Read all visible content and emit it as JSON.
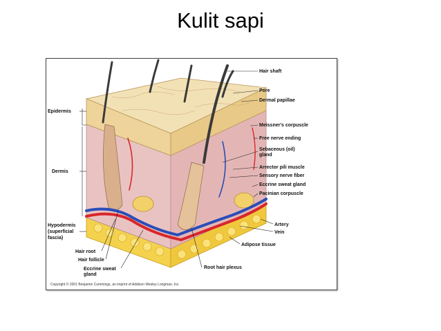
{
  "slide": {
    "title": "Kulit sapi"
  },
  "figure": {
    "labels": {
      "hair_shaft": "Hair shaft",
      "pore": "Pore",
      "dermal_papillae": "Dermal papillae",
      "meissners_corpuscle": "Meissner's corpuscle",
      "free_nerve_ending": "Free nerve ending",
      "sebaceous_gland_1": "Sebaceous (oil)",
      "sebaceous_gland_2": "gland",
      "arrector_pili": "Arrector pili muscle",
      "sensory_nerve_fiber": "Sensory nerve fiber",
      "eccrine_sweat_gland_right": "Eccrine sweat gland",
      "pacinian_corpuscle": "Pacinian corpuscle",
      "artery": "Artery",
      "vein": "Vein",
      "adipose_tissue": "Adipose tissue",
      "root_hair_plexus": "Root hair plexus",
      "epidermis": "Epidermis",
      "dermis": "Dermis",
      "hypodermis_1": "Hypodermis",
      "hypodermis_2": "(superficial",
      "hypodermis_3": "fascia)",
      "hair_root": "Hair root",
      "hair_follicle": "Hair follicle",
      "eccrine_sweat_gland_left_1": "Eccrine sweat",
      "eccrine_sweat_gland_left_2": "gland"
    },
    "copyright": "Copyright © 2001 Benjamin Cummings, an imprint of Addison Wesley Longman, Inc.",
    "colors": {
      "epidermis": "#f1dcae",
      "dermis": "#e9c3c2",
      "fat": "#f4d24d",
      "artery": "#d9262b",
      "vein": "#2a4db8"
    }
  }
}
